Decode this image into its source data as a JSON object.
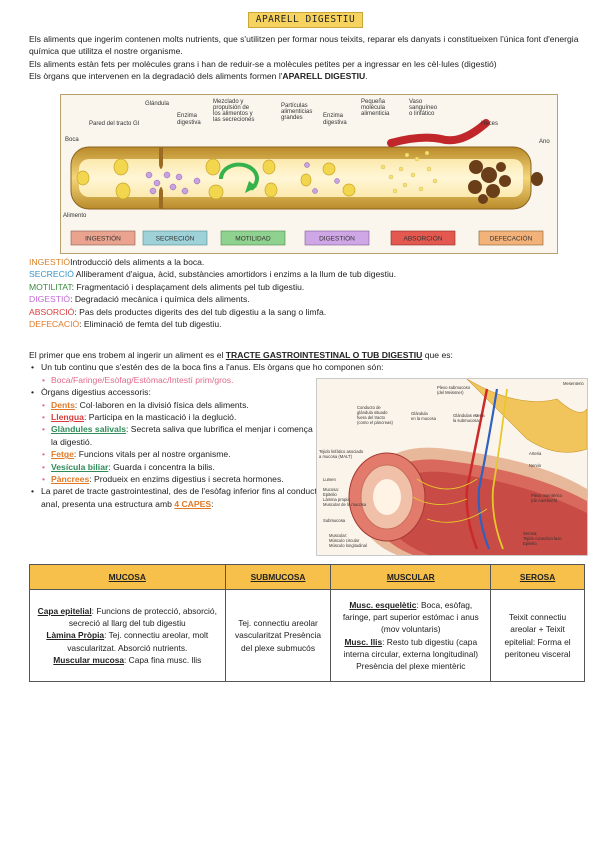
{
  "title": "APARELL DIGESTIU",
  "intro": {
    "l1": "Els aliments que ingerim contenen molts nutrients, que s'utilitzen per formar nous teixits, reparar els danyats i constitueixen l'única font d'energia química que utilitza el nostre organisme.",
    "l2": "Els aliments estàn fets per molècules grans i han de reduir-se a molècules petites per a ingressar en les cèl·lules (digestió)",
    "l3a": "Els òrgans que intervenen en la degradació dels aliments formen l'",
    "l3b": "APARELL DIGESTIU",
    "l3c": "."
  },
  "figure1": {
    "labels": [
      "Boca",
      "Pared del tracto GI",
      "Glándula",
      "Enzima digestiva",
      "Mezclado y propulsión de los alimentos y las secreciones",
      "Partículas alimenticias grandes",
      "Enzima digestiva",
      "Pequeña molécula alimenticia",
      "Vaso sanguíneo o linfático",
      "Heces",
      "Ano",
      "Alimento"
    ],
    "stages": [
      "INGESTIÓN",
      "SECRECIÓN",
      "MOTILIDAD",
      "DIGESTIÓN",
      "ABSORCIÓN",
      "DEFECACIÓN"
    ],
    "stage_colors": [
      "#e9a38f",
      "#9fd1d9",
      "#8fd18f",
      "#cfa7e6",
      "#e4594f",
      "#f2b27a"
    ]
  },
  "legend": [
    {
      "term": "INGESTIÓ",
      "desc": "Introducció dels aliments a la boca."
    },
    {
      "term": "SECRECIÓ",
      "desc": " Alliberament d'aigua, àcid, substàncies amortidors i enzims a la llum de tub digestiu."
    },
    {
      "term": "MOTILITAT",
      "desc": ": Fragmentació i desplaçament dels aliments pel tub digestiu."
    },
    {
      "term": "DIGESTIÓ",
      "desc": ": Degradació mecànica i química dels aliments."
    },
    {
      "term": "ABSORCIÓ",
      "desc": ": Pas dels productes digerits des del tub digestiu a la sang o limfa."
    },
    {
      "term": "DEFECACIÓ",
      "desc": ": Eliminació de femta del tub digestiu."
    }
  ],
  "section": {
    "lead_a": "El primer que ens trobem al ingerir un aliment es el ",
    "lead_b": "TRACTE GASTROINTESTINAL O TUB DIGESTIU",
    "lead_c": " que es:",
    "b1": "Un tub continu que s'estén des de la boca fins a l'anus. Els òrgans que ho componen són:",
    "b1_sub": "Boca/Faringe/Esòfag/Estòmac/Intestí prim/gros.",
    "b2": "Òrgans digestius accessoris:",
    "acc": [
      {
        "name": "Dents",
        "desc": ": Col·laboren en la divisió física dels aliments."
      },
      {
        "name": "Llengua",
        "desc": ": Participa en la masticació i la deglució."
      },
      {
        "name": "Glàndules salivals",
        "desc": ": Secreta saliva que lubrifica el menjar i comença la digestió."
      },
      {
        "name": "Fetge",
        "desc": ": Funcions vitals per al nostre organisme."
      },
      {
        "name": "Vesícula biliar",
        "desc": ": Guarda i concentra la bilis."
      },
      {
        "name": "Pàncrees",
        "desc": ": Produeix en enzims digestius i secreta hormones."
      }
    ],
    "b3a": "La paret de tracte gastrointestinal, des de l'esòfag inferior fins al conducte anal, presenta una estructura amb ",
    "b3b": "4 CAPES",
    "b3c": ":"
  },
  "figure2": {
    "labels": [
      "Mesenterio",
      "Plexo submucoso (del Meissner)",
      "Vena",
      "Conducto de glándula situado fuera del tracto (como el páncreas)",
      "Glándula en la mucosa",
      "Glándulas en la submucosa",
      "Tejido linfático asociado a mucosa (MALT)",
      "Arteria",
      "Nervio",
      "Lumen",
      "Mucosa: Epitelio Lámina propia Muscular de la mucosa",
      "Plexo mientérico (de Auerbach)",
      "Submucosa",
      "Muscular: Músculo circular Músculo longitudinal",
      "Serosa: Tejido conectivo laxo Epitelio"
    ]
  },
  "table": {
    "headers": [
      "MUCOSA",
      "SUBMUCOSA",
      "MUSCULAR",
      "SEROSA"
    ],
    "mucosa": [
      {
        "t": "Capa epitelial",
        "d": ": Funcions de protecció, absorció, secreció al llarg del tub digestiu"
      },
      {
        "t": "Làmina Pròpia",
        "d": ": Tej. connectiu areolar, molt vascularitzat. Absorció nutrients."
      },
      {
        "t": "Muscular mucosa",
        "d": ": Capa fina musc. llis"
      }
    ],
    "submucosa": "Tej. connectiu areolar vascularitzat Presència del plexe submucós",
    "muscular": [
      {
        "t": "Musc. esquelètic",
        "d": ": Boca, esòfag, faringe, part superior estómac i anus (mov voluntaris)"
      },
      {
        "t": "Musc. llis",
        "d": ": Resto tub digestiu (capa interna circular, externa longitudinal)"
      },
      {
        "t": "",
        "d": "Presència del plexe mientèric"
      }
    ],
    "serosa": "Teixit connectiu areolar + Teixit epitelial: Forma el peritoneu visceral"
  }
}
